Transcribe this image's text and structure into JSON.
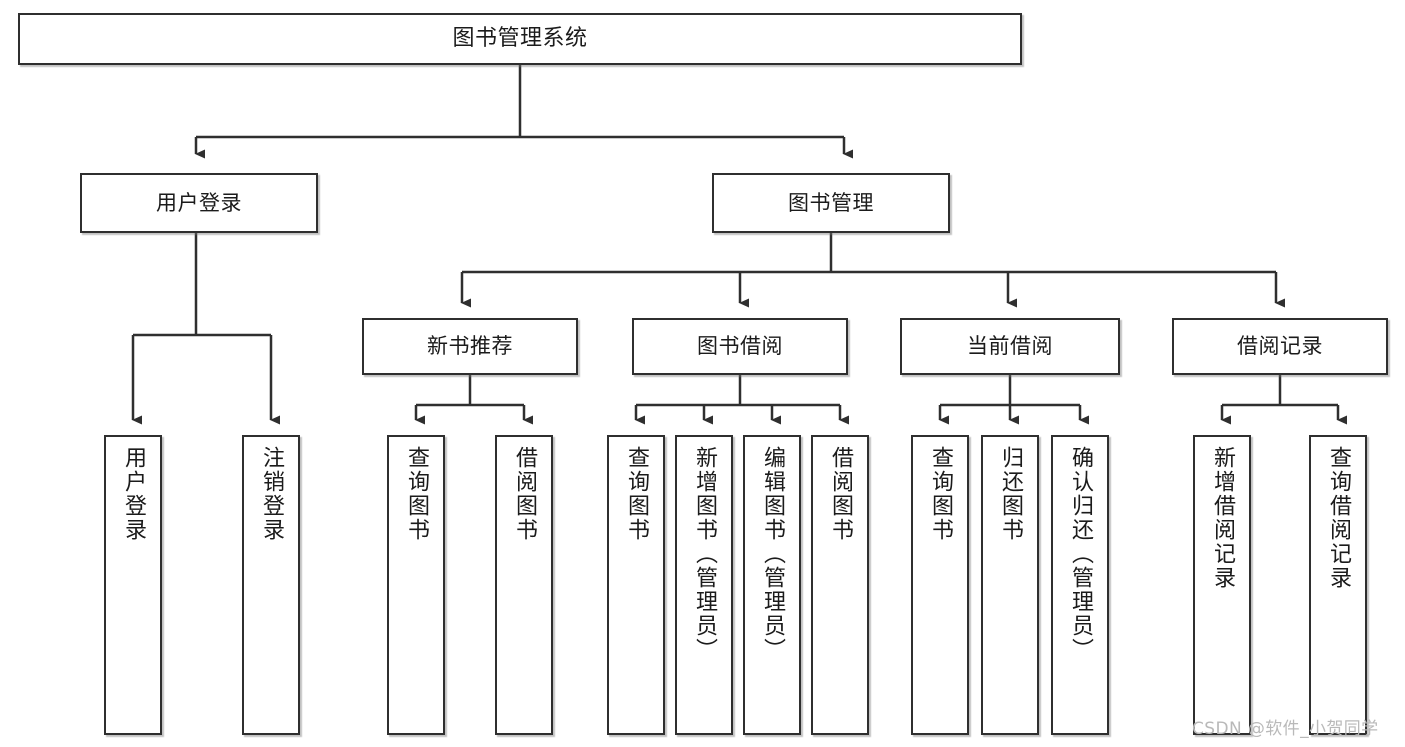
{
  "diagram": {
    "type": "tree-hierarchy",
    "title": "图书管理系统",
    "background_color": "#ffffff",
    "node_border_color": "#2f2f2f",
    "node_fill_color": "#ffffff",
    "connector_color": "#2f2f2f"
  },
  "root": {
    "label": "图书管理系统"
  },
  "level2": [
    {
      "label": "用户登录"
    },
    {
      "label": "图书管理"
    }
  ],
  "level3": [
    {
      "label": "新书推荐"
    },
    {
      "label": "图书借阅"
    },
    {
      "label": "当前借阅"
    },
    {
      "label": "借阅记录"
    }
  ],
  "leaves": {
    "user_login": [
      {
        "label": "用户登录"
      },
      {
        "label": "注销登录"
      }
    ],
    "new_book_recommend": [
      {
        "label": "查询图书"
      },
      {
        "label": "借阅图书"
      }
    ],
    "book_borrow": [
      {
        "label": "查询图书"
      },
      {
        "label": "新增图书（管理员）"
      },
      {
        "label": "编辑图书（管理员）"
      },
      {
        "label": "借阅图书"
      }
    ],
    "current_borrow": [
      {
        "label": "查询图书"
      },
      {
        "label": "归还图书"
      },
      {
        "label": "确认归还（管理员）"
      }
    ],
    "borrow_record": [
      {
        "label": "新增借阅记录"
      },
      {
        "label": "查询借阅记录"
      }
    ]
  },
  "watermark": {
    "text": "CSDN @软件_小贺同学"
  }
}
